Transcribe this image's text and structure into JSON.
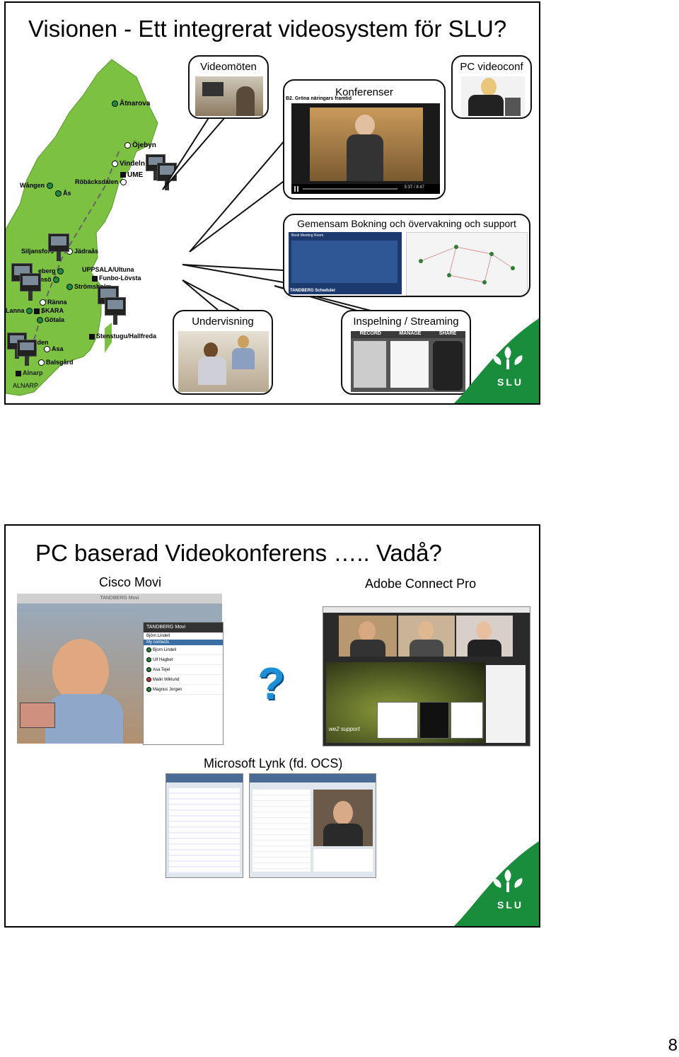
{
  "page_number": "8",
  "slide1": {
    "title": "Visionen - Ett integrerat videosystem för SLU?",
    "bubbles": {
      "videomoten": "Videomöten",
      "pc_videoconf": "PC videoconf",
      "konferenser": "Konferenser",
      "konferenser_caption": "B2. Gröna näringars framtid",
      "player_time": "5:37 / 8:47",
      "bokning": "Gemensam Bokning och övervakning och support",
      "scheduler": "TANDBERG Scheduler",
      "booking_title": "Book Meeting Room",
      "undervisning": "Undervisning",
      "streaming": "Inspelning / Streaming",
      "stream_tabs": [
        "RECORD",
        "MANAGE",
        "SHARE"
      ]
    },
    "map_places": [
      "Ätnarova",
      "Öjebyn",
      "Vindeln",
      "UME",
      "Wången",
      "Ås",
      "Röbäcksdalen",
      "Siljansfors",
      "Jädraås",
      "eberg",
      "msö",
      "UPPSALA/Ultuna",
      "Funbo-Lövsta",
      "Strömsholm",
      "Lanna",
      "Ränna",
      "SKARA",
      "Götala",
      "neden",
      "Stenstugu/Hallfreda",
      "Asa",
      "Balsgård",
      "Alnarp",
      "ALNARP"
    ],
    "logo": "SLU"
  },
  "slide2": {
    "title": "PC baserad Videokonferens ….. Vadå?",
    "cisco": "Cisco Movi",
    "adobe": "Adobe Connect Pro",
    "microsoft": "Microsoft  Lynk (fd. OCS)",
    "movi_brand": "TANDBERG Movi",
    "movi_user": "Björn Lindell",
    "movi_tab": "My contacts",
    "movi_contacts": [
      "Bjorn Lindell",
      "Ulf Hagber",
      "Asa Tejel",
      "Malin Wiklund",
      "Magnus Jorgen"
    ],
    "question_mark": "?",
    "adobe_brand": "we2 support",
    "logo": "SLU"
  },
  "colors": {
    "map_green": "#7cc142",
    "slu_green": "#1a8d3d",
    "accent_blue": "#1c8fd6"
  }
}
